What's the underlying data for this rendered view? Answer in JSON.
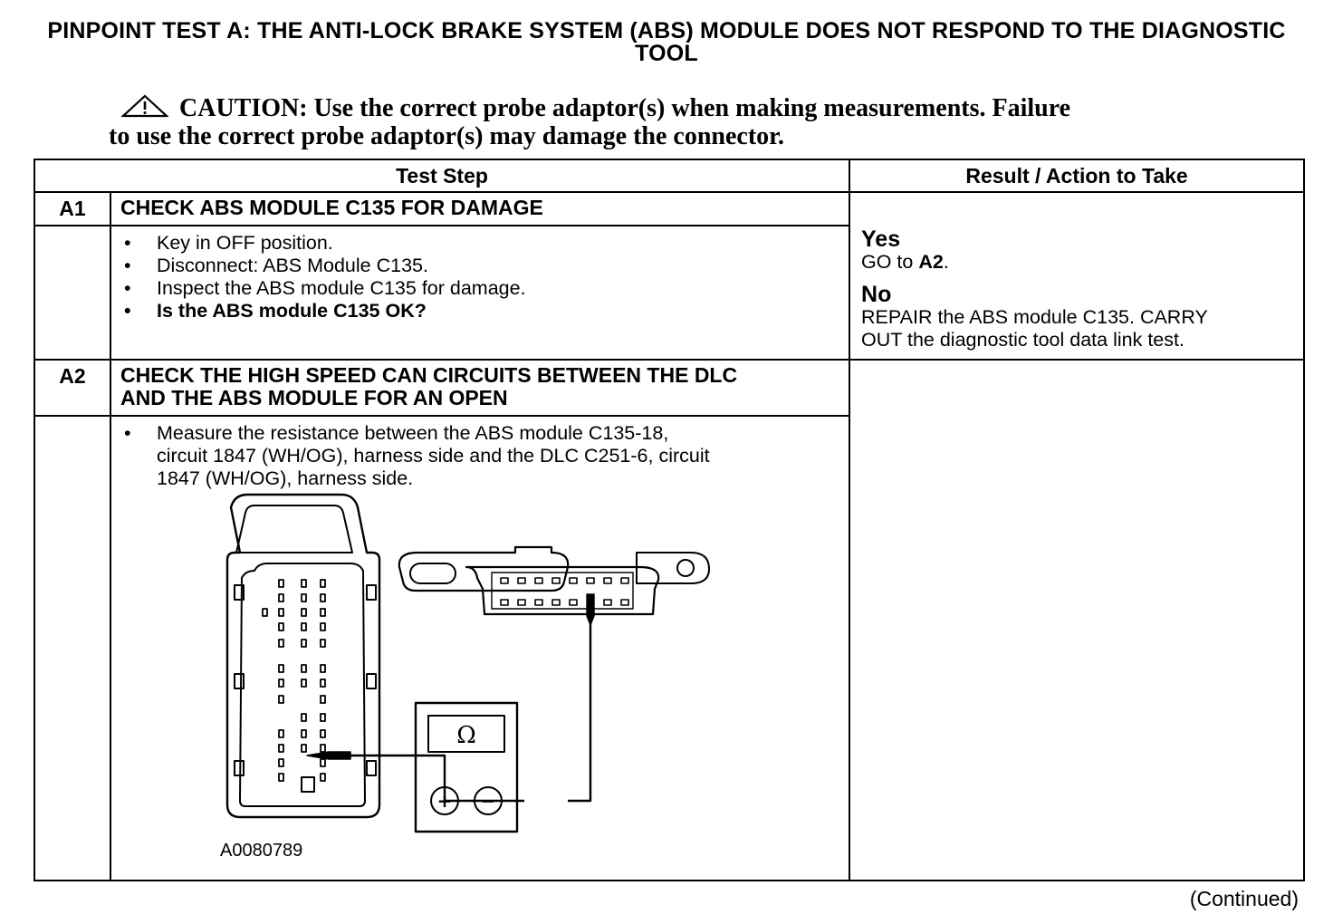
{
  "page_title": "PINPOINT TEST  A: THE ANTI-LOCK BRAKE SYSTEM (ABS) MODULE DOES NOT RESPOND TO THE DIAGNOSTIC TOOL",
  "caution": {
    "label": "CAUTION:",
    "line1": "Use the correct probe adaptor(s) when making measurements. Failure",
    "line2": "to use the correct probe adaptor(s) may damage the connector."
  },
  "table": {
    "col_test_step": "Test Step",
    "col_result": "Result / Action to Take",
    "steps": [
      {
        "id": "A1",
        "title": "CHECK ABS MODULE C135 FOR DAMAGE",
        "bullets": [
          "Key in OFF position.",
          "Disconnect: ABS Module C135.",
          "Inspect the ABS module C135 for damage.",
          "Is the ABS module C135 OK?"
        ],
        "result": {
          "yes_label": "Yes",
          "yes_action_prefix": "GO to ",
          "yes_action_target": "A2",
          "yes_action_suffix": ".",
          "no_label": "No",
          "no_action_line1": "REPAIR the ABS module C135. CARRY",
          "no_action_line2": "OUT the diagnostic tool data link test."
        }
      },
      {
        "id": "A2",
        "title_line1": "CHECK THE HIGH SPEED CAN CIRCUITS BETWEEN THE DLC",
        "title_line2": "AND THE ABS MODULE FOR AN OPEN",
        "bullet_line1": "Measure the resistance between the ABS module C135-18,",
        "bullet_line2": "circuit 1847 (WH/OG), harness side and the DLC C251-6, circuit",
        "bullet_line3": "1847 (WH/OG), harness side.",
        "figure_id": "A0080789",
        "meter_symbol": "Ω",
        "plus_symbol": "+",
        "minus_symbol": "−"
      }
    ]
  },
  "continued": "(Continued)"
}
